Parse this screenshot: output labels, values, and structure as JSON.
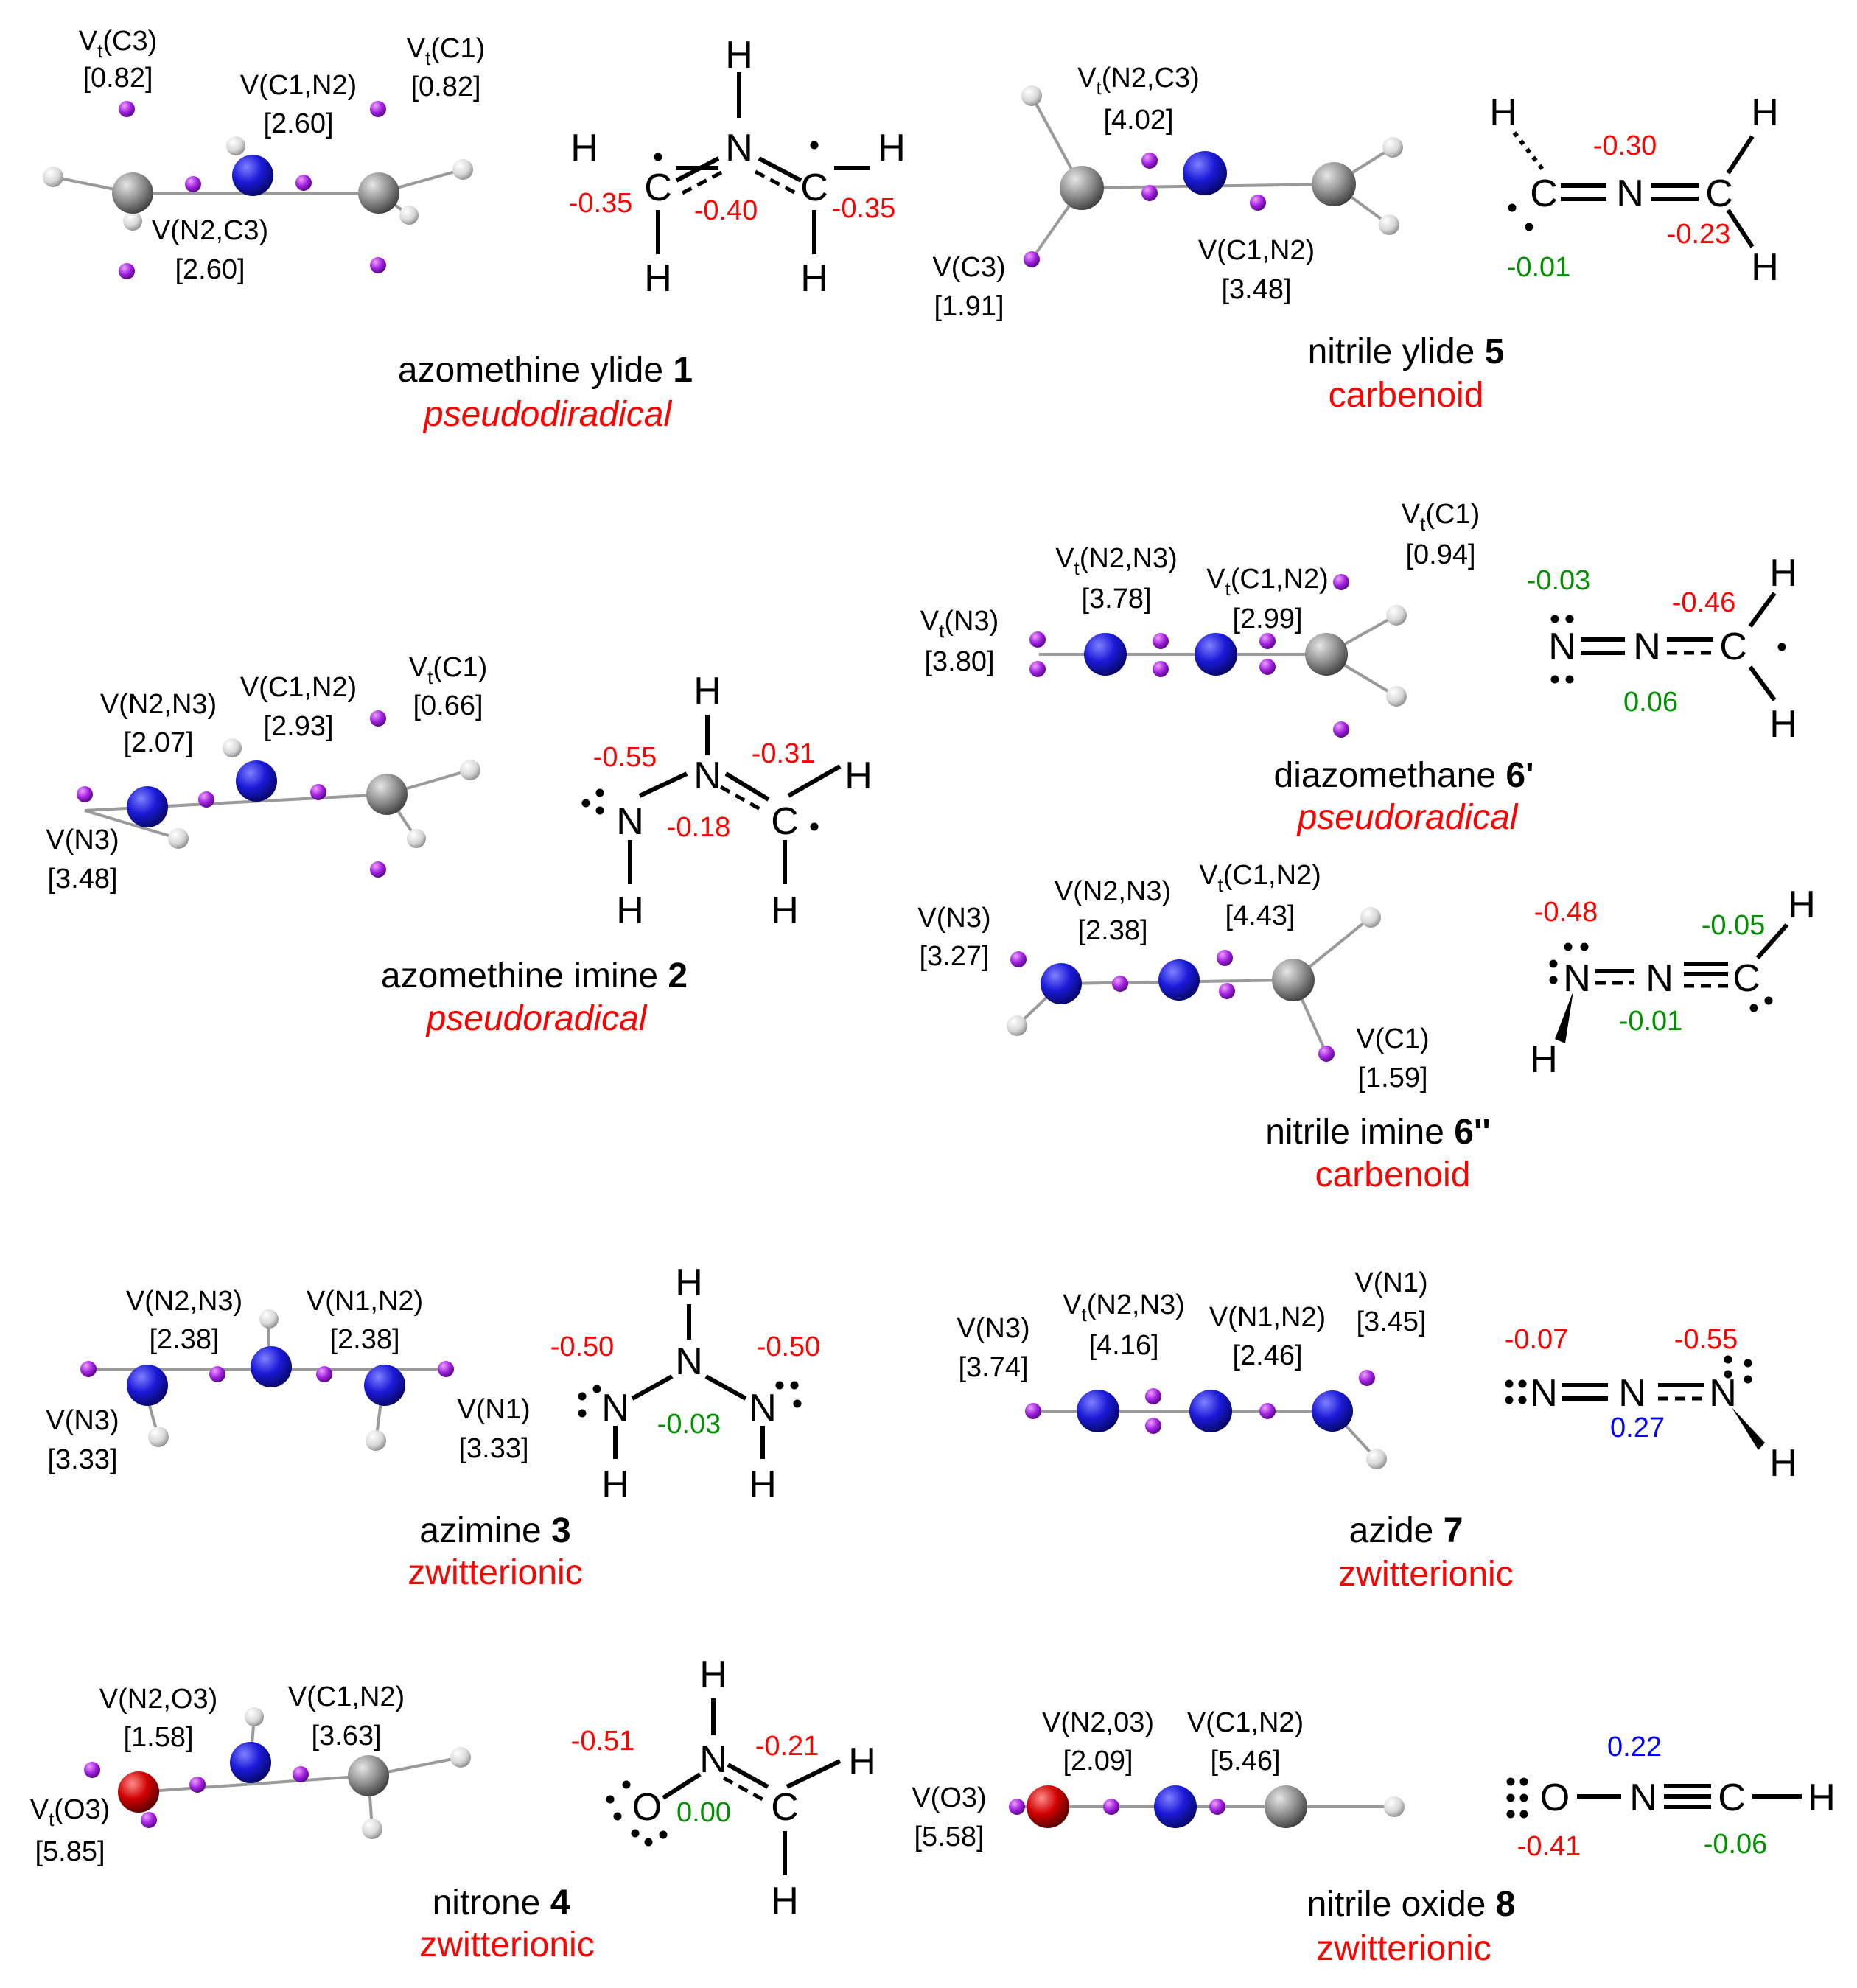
{
  "colors": {
    "negative_charge": "#ff0000",
    "near_zero_charge": "#009000",
    "positive_charge": "#0000ff",
    "classification": "#ff0000",
    "carbon": "#8c8c8c",
    "hydrogen": "#e8e8e8",
    "nitrogen": "#1a1ad8",
    "oxygen": "#d00000",
    "basin": "#a020e0"
  },
  "icons": [
    "carbon-atom-sphere",
    "nitrogen-atom-sphere",
    "oxygen-atom-sphere",
    "hydrogen-atom-sphere",
    "elf-basin-attractor",
    "lone-pair-dots",
    "radical-dot",
    "wedge-bond"
  ],
  "panels": [
    {
      "id": "p1",
      "title": "azomethine ylide",
      "number": "1",
      "classification": "pseudodiradical",
      "class_italic": true,
      "basins": [
        {
          "label": "Vt(C3)",
          "sub": true,
          "value": "[0.82]"
        },
        {
          "label": "V(C1,N2)",
          "sub": false,
          "value": "[2.60]"
        },
        {
          "label": "Vt(C1)",
          "sub": true,
          "value": "[0.82]"
        },
        {
          "label": "V(N2,C3)",
          "sub": false,
          "value": "[2.60]"
        }
      ],
      "charges": [
        "-0.35",
        "-0.40",
        "-0.35"
      ]
    },
    {
      "id": "p2",
      "title": "azomethine imine",
      "number": "2",
      "classification": "pseudoradical",
      "class_italic": true,
      "basins": [
        {
          "label": "V(N2,N3)",
          "sub": false,
          "value": "[2.07]"
        },
        {
          "label": "V(C1,N2)",
          "sub": false,
          "value": "[2.93]"
        },
        {
          "label": "Vt(C1)",
          "sub": true,
          "value": "[0.66]"
        },
        {
          "label": "V(N3)",
          "sub": false,
          "value": "[3.48]"
        }
      ],
      "charges": [
        "-0.55",
        "-0.31",
        "-0.18"
      ]
    },
    {
      "id": "p3",
      "title": "azimine",
      "number": "3",
      "classification": "zwitterionic",
      "class_italic": false,
      "basins": [
        {
          "label": "V(N2,N3)",
          "sub": false,
          "value": "[2.38]"
        },
        {
          "label": "V(N1,N2)",
          "sub": false,
          "value": "[2.38]"
        },
        {
          "label": "V(N3)",
          "sub": false,
          "value": "[3.33]"
        },
        {
          "label": "V(N1)",
          "sub": false,
          "value": "[3.33]"
        }
      ],
      "charges": [
        "-0.50",
        "-0.50",
        "-0.03"
      ]
    },
    {
      "id": "p4",
      "title": "nitrone",
      "number": "4",
      "classification": "zwitterionic",
      "class_italic": false,
      "basins": [
        {
          "label": "V(N2,O3)",
          "sub": false,
          "value": "[1.58]"
        },
        {
          "label": "V(C1,N2)",
          "sub": false,
          "value": "[3.63]"
        },
        {
          "label": "Vt(O3)",
          "sub": true,
          "value": "[5.85]"
        }
      ],
      "charges": [
        "-0.51",
        "-0.21",
        "0.00"
      ]
    },
    {
      "id": "p5",
      "title": "nitrile ylide",
      "number": "5",
      "classification": "carbenoid",
      "class_italic": false,
      "basins": [
        {
          "label": "Vt(N2,C3)",
          "sub": true,
          "value": "[4.02]"
        },
        {
          "label": "V(C1,N2)",
          "sub": false,
          "value": "[3.48]"
        },
        {
          "label": "V(C3)",
          "sub": false,
          "value": "[1.91]"
        }
      ],
      "charges": [
        "-0.30",
        "-0.23",
        "-0.01"
      ]
    },
    {
      "id": "p6a",
      "title": "diazomethane",
      "number": "6'",
      "classification": "pseudoradical",
      "class_italic": true,
      "basins": [
        {
          "label": "Vt(C1)",
          "sub": true,
          "value": "[0.94]"
        },
        {
          "label": "Vt(N2,N3)",
          "sub": true,
          "value": "[3.78]"
        },
        {
          "label": "Vt(C1,N2)",
          "sub": true,
          "value": "[2.99]"
        },
        {
          "label": "Vt(N3)",
          "sub": true,
          "value": "[3.80]"
        }
      ],
      "charges": [
        "-0.03",
        "-0.46",
        "0.06"
      ]
    },
    {
      "id": "p6b",
      "title": "nitrile imine",
      "number": "6''",
      "classification": "carbenoid",
      "class_italic": false,
      "basins": [
        {
          "label": "V(N3)",
          "sub": false,
          "value": "[3.27]"
        },
        {
          "label": "V(N2,N3)",
          "sub": false,
          "value": "[2.38]"
        },
        {
          "label": "Vt(C1,N2)",
          "sub": true,
          "value": "[4.43]"
        },
        {
          "label": "V(C1)",
          "sub": false,
          "value": "[1.59]"
        }
      ],
      "charges": [
        "-0.48",
        "-0.05",
        "-0.01"
      ]
    },
    {
      "id": "p7",
      "title": "azide",
      "number": "7",
      "classification": "zwitterionic",
      "class_italic": false,
      "basins": [
        {
          "label": "V(N1)",
          "sub": false,
          "value": "[3.45]"
        },
        {
          "label": "V(N3)",
          "sub": false,
          "value": "[3.74]"
        },
        {
          "label": "Vt(N2,N3)",
          "sub": true,
          "value": "[4.16]"
        },
        {
          "label": "V(N1,N2)",
          "sub": false,
          "value": "[2.46]"
        }
      ],
      "charges": [
        "-0.07",
        "-0.55",
        "0.27"
      ]
    },
    {
      "id": "p8",
      "title": "nitrile oxide",
      "number": "8",
      "classification": "zwitterionic",
      "class_italic": false,
      "basins": [
        {
          "label": "V(N2,03)",
          "sub": false,
          "value": "[2.09]"
        },
        {
          "label": "V(C1,N2)",
          "sub": false,
          "value": "[5.46]"
        },
        {
          "label": "V(O3)",
          "sub": false,
          "value": "[5.58]"
        }
      ],
      "charges": [
        "0.22",
        "-0.41",
        "-0.06"
      ]
    }
  ]
}
